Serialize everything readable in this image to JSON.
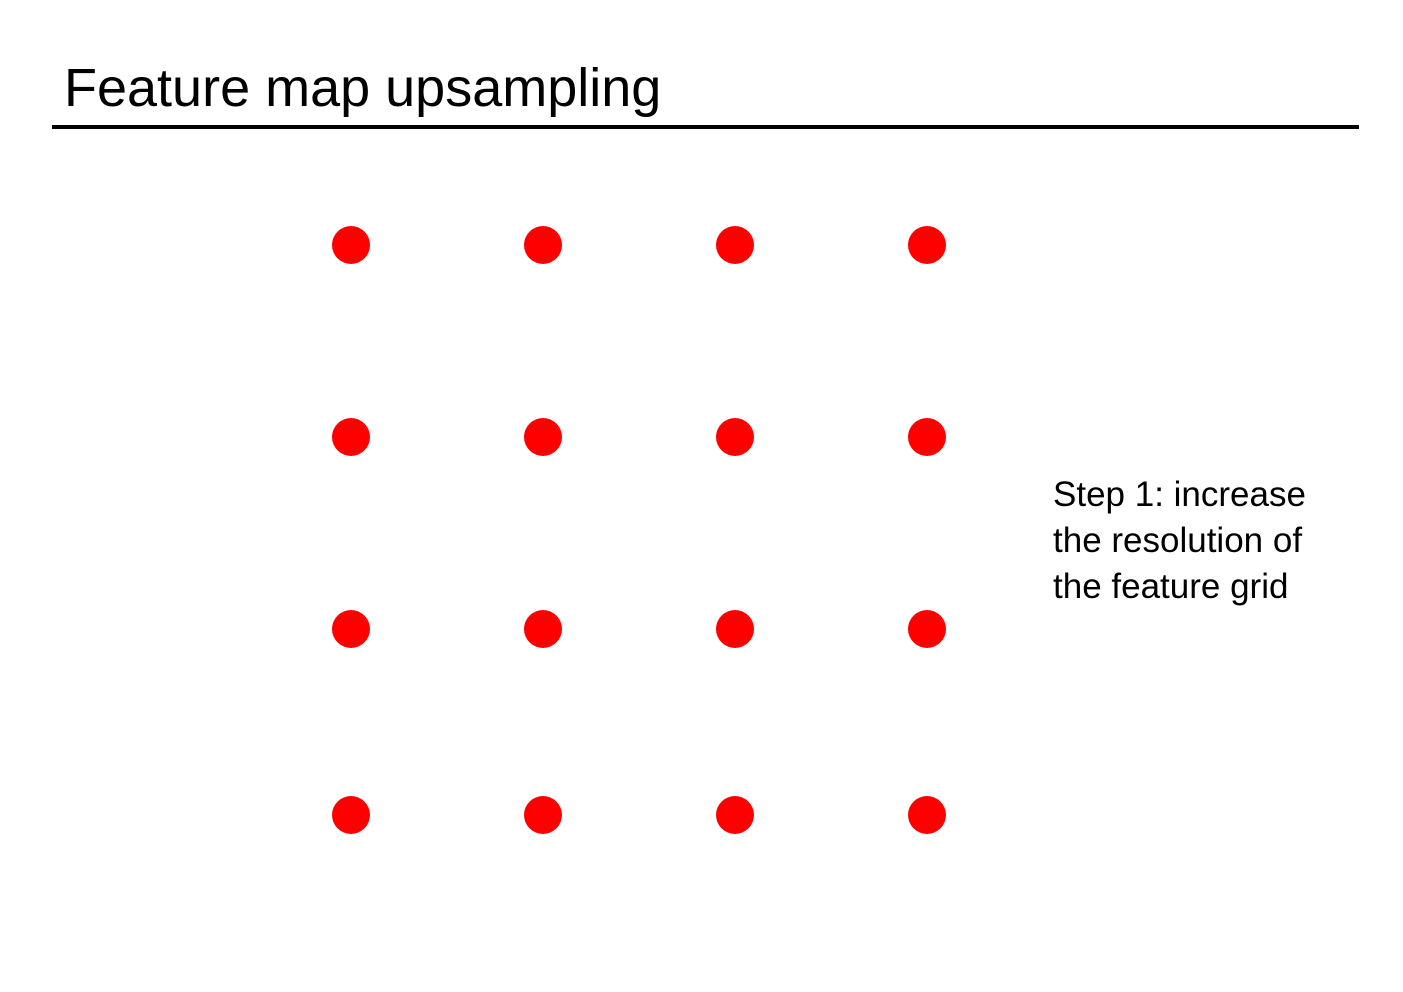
{
  "slide": {
    "title": "Feature map upsampling",
    "caption_lines": [
      "Step 1: increase",
      "the resolution of",
      "the feature grid"
    ]
  },
  "feature_grid": {
    "rows": 4,
    "cols": 4,
    "dot_color": "#ff0000"
  }
}
